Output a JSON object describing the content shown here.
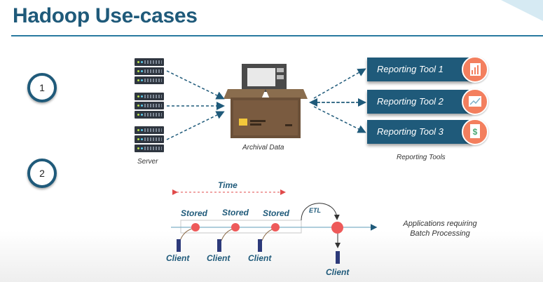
{
  "title": "Hadoop Use-cases",
  "badges": [
    "1",
    "2"
  ],
  "section1": {
    "server_label": "Server",
    "archive_label": "Archival Data",
    "tools_label": "Reporting Tools",
    "tools": [
      {
        "label": "Reporting Tool 1",
        "icon": "bar-chart-icon"
      },
      {
        "label": "Reporting Tool 2",
        "icon": "line-chart-icon"
      },
      {
        "label": "Reporting Tool 3",
        "icon": "dollar-document-icon"
      }
    ]
  },
  "section2": {
    "time_label": "Time",
    "stored_labels": [
      "Stored",
      "Stored",
      "Stored"
    ],
    "etl_label": "ETL",
    "client_labels": [
      "Client",
      "Client",
      "Client",
      "Client"
    ],
    "app_text_line1": "Applications requiring",
    "app_text_line2": "Batch Processing"
  },
  "colors": {
    "title": "#1f5a7a",
    "tool_bg": "#1f5a7a",
    "tool_icon": "#f37f5e",
    "dot": "#ee5a5a",
    "client_bar": "#2d3a7a"
  }
}
